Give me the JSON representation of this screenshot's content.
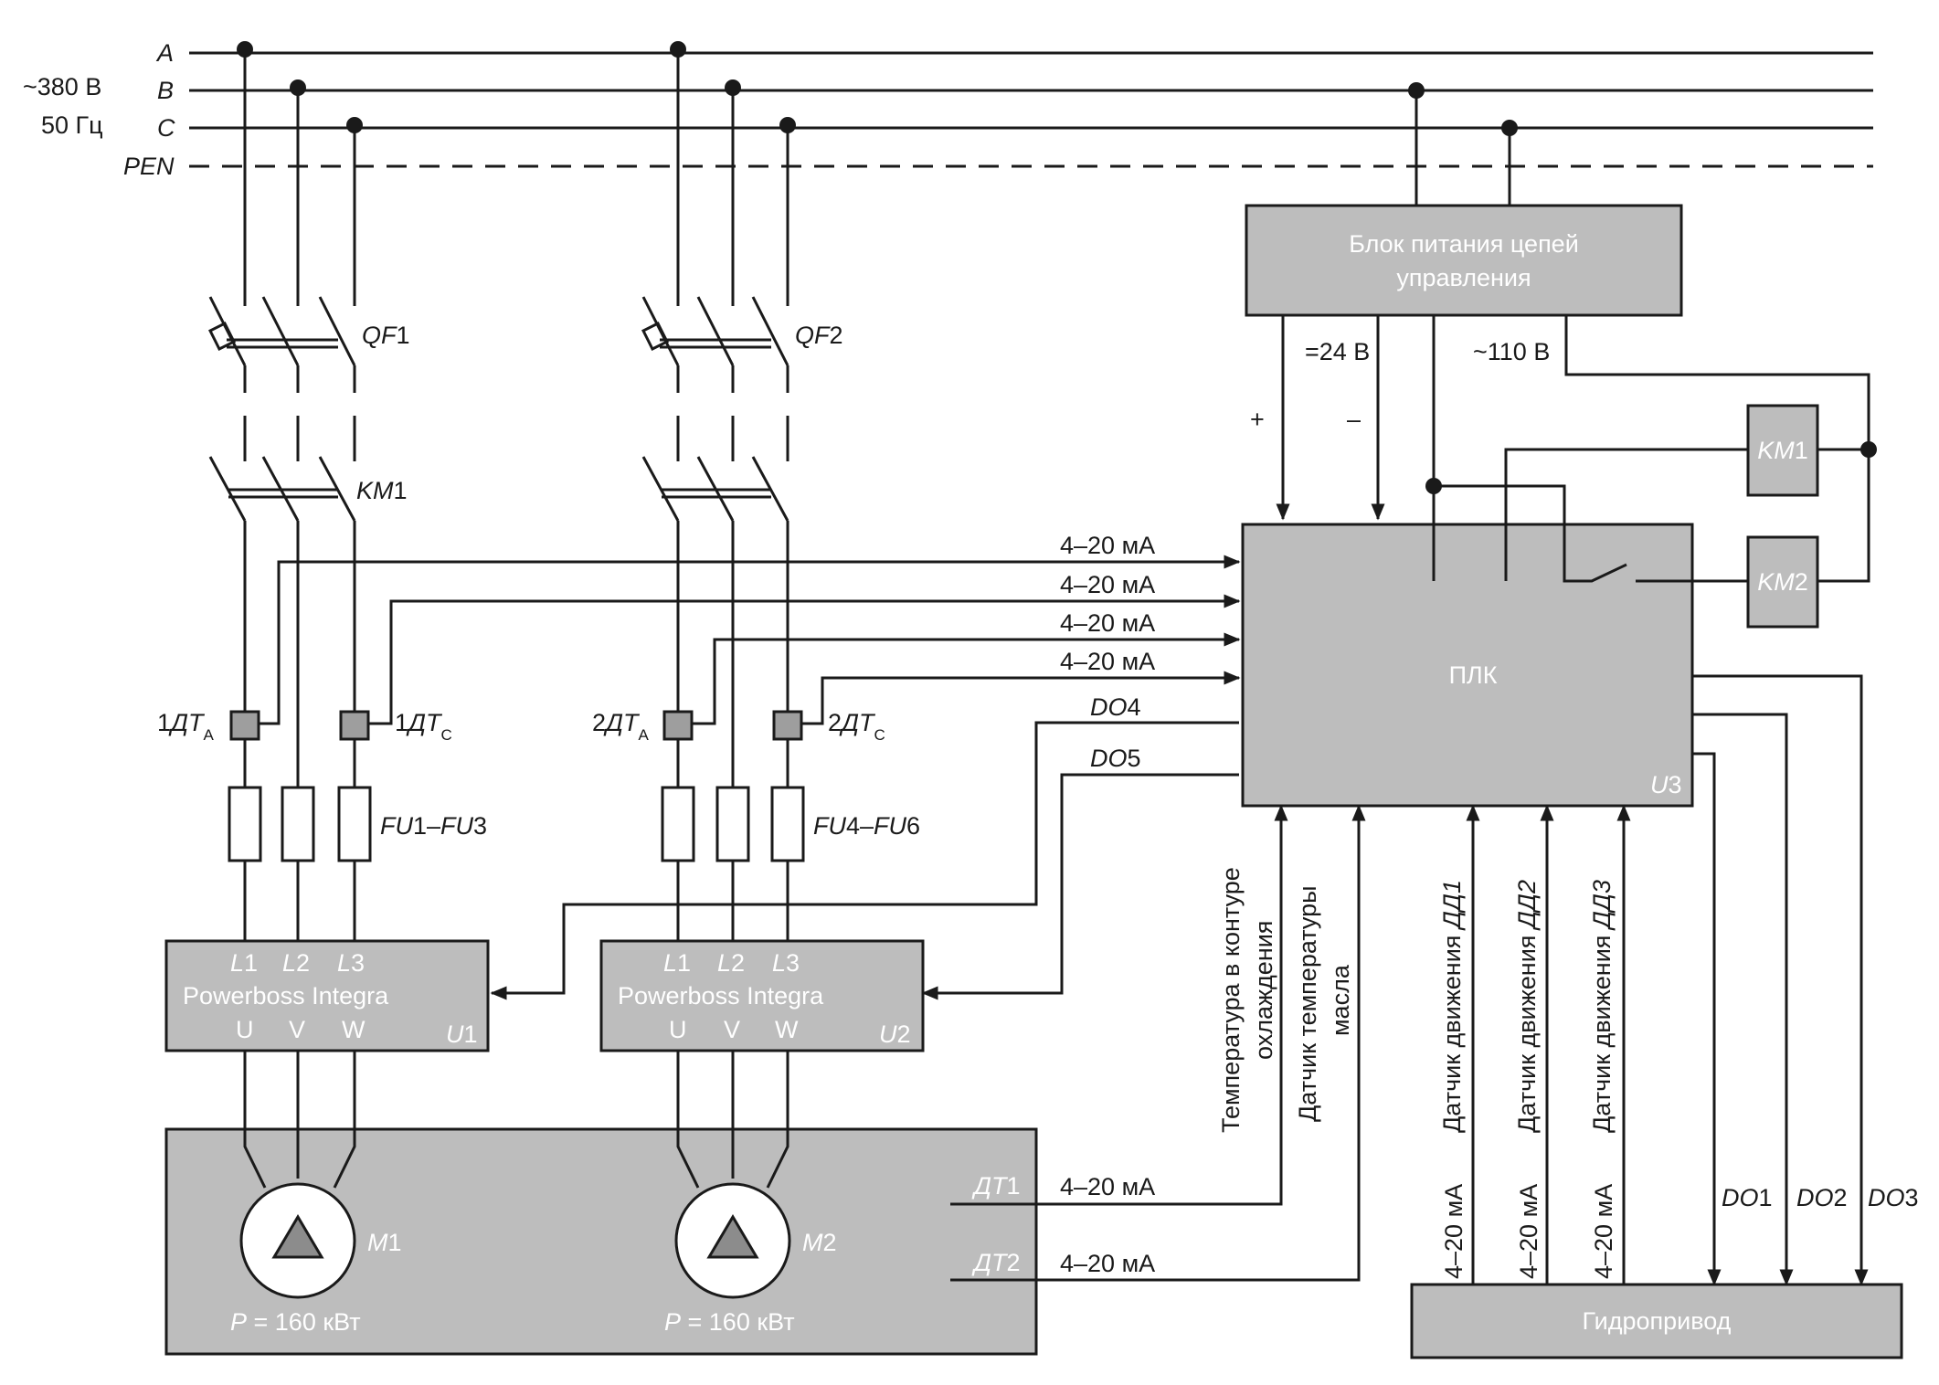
{
  "supply": {
    "voltage": "~380 В",
    "frequency": "50 Гц",
    "phases": [
      "A",
      "B",
      "C",
      "PEN"
    ]
  },
  "power_supply_block": {
    "line1": "Блок питания цепей",
    "line2": "управления",
    "dc_label": "=24 В",
    "ac_label": "~110 В",
    "plus": "+",
    "minus": "–"
  },
  "breakers": {
    "qf1": {
      "letters": "QF",
      "num": "1"
    },
    "qf2": {
      "letters": "QF",
      "num": "2"
    }
  },
  "contactors": {
    "km1": {
      "letters": "KM",
      "num": "1"
    },
    "km1_coil": {
      "letters": "KM",
      "num": "1"
    },
    "km2_coil": {
      "letters": "KM",
      "num": "2"
    }
  },
  "sensors": {
    "dt1a": {
      "pre": "1",
      "mid": "ДТ",
      "sub": "А"
    },
    "dt1c": {
      "pre": "1",
      "mid": "ДТ",
      "sub": "С"
    },
    "dt2a": {
      "pre": "2",
      "mid": "ДТ",
      "sub": "А"
    },
    "dt2c": {
      "pre": "2",
      "mid": "ДТ",
      "sub": "С"
    }
  },
  "fuses": {
    "g1": {
      "a": "FU",
      "b": "1–",
      "c": "FU",
      "d": "3"
    },
    "g2": {
      "a": "FU",
      "b": "4–",
      "c": "FU",
      "d": "6"
    }
  },
  "drives": {
    "u1": {
      "l1": "L",
      "l1n": "1",
      "l2": "L",
      "l2n": "2",
      "l3": "L",
      "l3n": "3",
      "name": "Powerboss Integra",
      "u": "U",
      "v": "V",
      "w": "W",
      "tag": "U",
      "tagn": "1"
    },
    "u2": {
      "l1": "L",
      "l1n": "1",
      "l2": "L",
      "l2n": "2",
      "l3": "L",
      "l3n": "3",
      "name": "Powerboss Integra",
      "u": "U",
      "v": "V",
      "w": "W",
      "tag": "U",
      "tagn": "2"
    }
  },
  "plc": {
    "name": "ПЛК",
    "tag": "U",
    "tagn": "3"
  },
  "signals": {
    "ma1": "4–20 мА",
    "ma2": "4–20 мА",
    "ma3": "4–20 мА",
    "ma4": "4–20 мА",
    "do4": {
      "a": "DO",
      "b": "4"
    },
    "do5": {
      "a": "DO",
      "b": "5"
    },
    "do1": {
      "a": "DO",
      "b": "1"
    },
    "do2": {
      "a": "DO",
      "b": "2"
    },
    "do3": {
      "a": "DO",
      "b": "3"
    }
  },
  "motors": {
    "m1": {
      "letters": "M",
      "num": "1",
      "power_p": "P",
      "power_v": " = 160 кВт"
    },
    "m2": {
      "letters": "M",
      "num": "2",
      "power_p": "P",
      "power_v": " = 160 кВт"
    }
  },
  "motor_sensors": {
    "dt1": {
      "a": "ДТ",
      "b": "1",
      "ma": "4–20 мА"
    },
    "dt2": {
      "a": "ДТ",
      "b": "2",
      "ma": "4–20 мА"
    }
  },
  "vertical_labels": {
    "temp_cool_1": "Температура в контуре",
    "temp_cool_2": "охлаждения",
    "oil_1": "Датчик температуры",
    "oil_2": "масла",
    "dd1_a": "Датчик движения ",
    "dd1_b": "ДД1",
    "dd2_a": "Датчик движения ",
    "dd2_b": "ДД2",
    "dd3_a": "Датчик движения ",
    "dd3_b": "ДД3",
    "dd_ma1": "4–20 мА",
    "dd_ma2": "4–20 мА",
    "dd_ma3": "4–20 мА"
  },
  "hydro": {
    "name": "Гидропривод"
  }
}
